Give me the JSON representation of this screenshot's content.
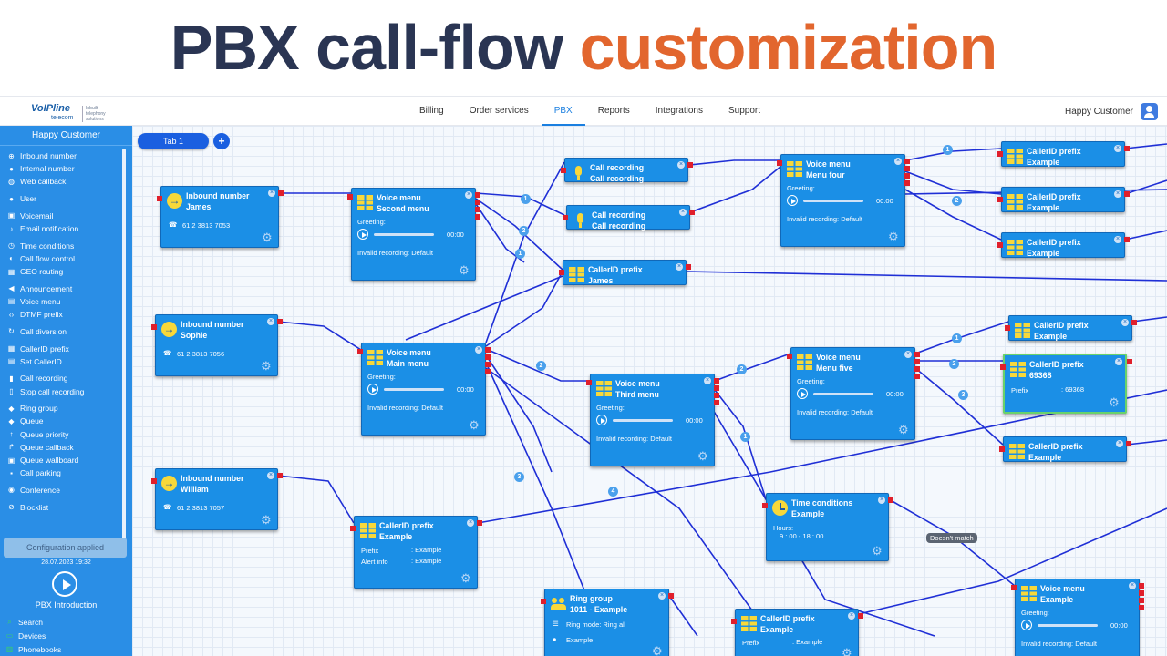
{
  "banner": {
    "title_part1": "PBX call-flow",
    "title_part2": "customization"
  },
  "logo": {
    "text": "VoIPline",
    "sub": "telecom",
    "tagline": "Inbuilt telephony solutions"
  },
  "nav": {
    "items": [
      "Billing",
      "Order services",
      "PBX",
      "Reports",
      "Integrations",
      "Support"
    ],
    "active": "PBX"
  },
  "user": {
    "name": "Happy Customer"
  },
  "sidebar": {
    "title": "Happy Customer",
    "groups": [
      [
        {
          "label": "Inbound number",
          "icon": "plus-circle-icon"
        },
        {
          "label": "Internal number",
          "icon": "pin-icon"
        },
        {
          "label": "Web callback",
          "icon": "globe-icon"
        }
      ],
      [
        {
          "label": "User",
          "icon": "user-icon"
        }
      ],
      [
        {
          "label": "Voicemail",
          "icon": "voicemail-icon"
        },
        {
          "label": "Email notification",
          "icon": "bell-icon"
        }
      ],
      [
        {
          "label": "Time conditions",
          "icon": "clock-icon"
        },
        {
          "label": "Call flow control",
          "icon": "toggle-icon"
        },
        {
          "label": "GEO routing",
          "icon": "map-icon"
        }
      ],
      [
        {
          "label": "Announcement",
          "icon": "megaphone-icon"
        },
        {
          "label": "Voice menu",
          "icon": "menu-grid-icon"
        },
        {
          "label": "DTMF prefix",
          "icon": "code-icon"
        }
      ],
      [
        {
          "label": "Call diversion",
          "icon": "diversion-icon"
        }
      ],
      [
        {
          "label": "CallerID prefix",
          "icon": "grid-icon"
        },
        {
          "label": "Set CallerID",
          "icon": "id-icon"
        }
      ],
      [
        {
          "label": "Call recording",
          "icon": "mic-icon"
        },
        {
          "label": "Stop call recording",
          "icon": "mic-off-icon"
        }
      ],
      [
        {
          "label": "Ring group",
          "icon": "group-icon"
        },
        {
          "label": "Queue",
          "icon": "queue-icon"
        },
        {
          "label": "Queue priority",
          "icon": "arrow-up-icon"
        },
        {
          "label": "Queue callback",
          "icon": "callback-icon"
        },
        {
          "label": "Queue wallboard",
          "icon": "wallboard-icon"
        },
        {
          "label": "Call parking",
          "icon": "parking-icon"
        }
      ],
      [
        {
          "label": "Conference",
          "icon": "conference-icon"
        }
      ],
      [
        {
          "label": "Blocklist",
          "icon": "block-icon"
        }
      ]
    ],
    "config_button": "Configuration applied",
    "config_date": "28.07.2023 19:32",
    "intro": "PBX Introduction",
    "bottom": [
      {
        "label": "Search",
        "icon": "search-icon"
      },
      {
        "label": "Devices",
        "icon": "monitor-icon"
      },
      {
        "label": "Phonebooks",
        "icon": "book-icon"
      }
    ]
  },
  "canvas": {
    "tab": "Tab 1",
    "dont_match": "Doesn't match",
    "nodes": [
      {
        "id": "in1",
        "type": "arrow",
        "l1": "Inbound number",
        "l2": "James",
        "phone": "61 2 3813 7053"
      },
      {
        "id": "in2",
        "type": "arrow",
        "l1": "Inbound number",
        "l2": "Sophie",
        "phone": "61 2 3813 7056"
      },
      {
        "id": "in3",
        "type": "arrow",
        "l1": "Inbound number",
        "l2": "William",
        "phone": "61 2 3813 7057"
      },
      {
        "id": "vm2",
        "type": "grid",
        "l1": "Voice menu",
        "l2": "Second menu",
        "greeting": "Greeting:",
        "time": "00:00",
        "invalid": "Invalid recording: Default"
      },
      {
        "id": "vmm",
        "type": "grid",
        "l1": "Voice menu",
        "l2": "Main menu",
        "greeting": "Greeting:",
        "time": "00:00",
        "invalid": "Invalid recording: Default"
      },
      {
        "id": "vm3",
        "type": "grid",
        "l1": "Voice menu",
        "l2": "Third menu",
        "greeting": "Greeting:",
        "time": "00:00",
        "invalid": "Invalid recording: Default"
      },
      {
        "id": "vm4",
        "type": "grid",
        "l1": "Voice menu",
        "l2": "Menu four",
        "greeting": "Greeting:",
        "time": "00:00",
        "invalid": "Invalid recording: Default"
      },
      {
        "id": "vm5",
        "type": "grid",
        "l1": "Voice menu",
        "l2": "Menu five",
        "greeting": "Greeting:",
        "time": "00:00",
        "invalid": "Invalid recording: Default"
      },
      {
        "id": "vme",
        "type": "grid",
        "l1": "Voice menu",
        "l2": "Example",
        "greeting": "Greeting:",
        "time": "00:00",
        "invalid": "Invalid recording: Default"
      },
      {
        "id": "cr1",
        "type": "mic",
        "l1": "Call recording",
        "l2": "Call recording"
      },
      {
        "id": "cr2",
        "type": "mic",
        "l1": "Call recording",
        "l2": "Call recording"
      },
      {
        "id": "cpj",
        "type": "grid",
        "l1": "CallerID prefix",
        "l2": "James"
      },
      {
        "id": "cpa",
        "type": "grid",
        "l1": "CallerID prefix",
        "l2": "Example"
      },
      {
        "id": "cpb",
        "type": "grid",
        "l1": "CallerID prefix",
        "l2": "Example"
      },
      {
        "id": "cpc",
        "type": "grid",
        "l1": "CallerID prefix",
        "l2": "Example"
      },
      {
        "id": "cpd",
        "type": "grid",
        "l1": "CallerID prefix",
        "l2": "Example"
      },
      {
        "id": "cp69",
        "type": "grid",
        "l1": "CallerID prefix",
        "l2": "69368",
        "prefix_label": "Prefix",
        "prefix_val": ": 69368"
      },
      {
        "id": "cpe",
        "type": "grid",
        "l1": "CallerID prefix",
        "l2": "Example"
      },
      {
        "id": "cpw",
        "type": "grid",
        "l1": "CallerID prefix",
        "l2": "Example",
        "prefix_label": "Prefix",
        "prefix_val": ": Example",
        "alert_label": "Alert info",
        "alert_val": ": Example"
      },
      {
        "id": "cpf",
        "type": "grid",
        "l1": "CallerID prefix",
        "l2": "Example",
        "prefix_label": "Prefix",
        "prefix_val": ": Example"
      },
      {
        "id": "tc",
        "type": "clock",
        "l1": "Time conditions",
        "l2": "Example",
        "hours_label": "Hours:",
        "hours": "9 : 00 - 18 : 00"
      },
      {
        "id": "rg",
        "type": "ppl",
        "l1": "Ring group",
        "l2": "1011 - Example",
        "mode": "Ring mode: Ring all",
        "member": "Example"
      }
    ]
  },
  "colors": {
    "sidebar": "#2a8ee6",
    "node": "#1b8fe6",
    "wire": "#1f2fd6",
    "accent_orange": "#e2662e",
    "title_dark": "#2a3553",
    "port": "#e01f2b"
  }
}
